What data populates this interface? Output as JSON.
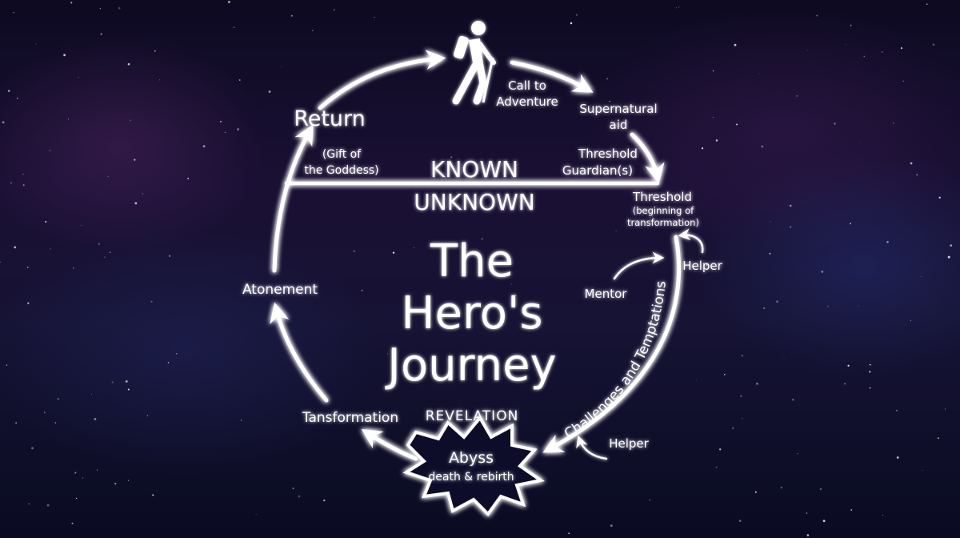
{
  "title": {
    "line1": "The",
    "line2": "Hero's",
    "line3": "Journey"
  },
  "boundary": {
    "known": "KNOWN",
    "unknown": "UNKNOWN"
  },
  "stages": {
    "call_to_adventure": [
      "Call to",
      "Adventure"
    ],
    "supernatural_aid": [
      "Supernatural",
      "aid"
    ],
    "threshold_guardians": [
      "Threshold",
      "Guardian(s)"
    ],
    "threshold": "Threshold",
    "threshold_note": [
      "(beginning of",
      "transformation)"
    ],
    "helper_top": "Helper",
    "mentor": "Mentor",
    "challenges": "Challenges and Temptations",
    "helper_bottom": "Helper",
    "revelation": "REVELATION",
    "abyss": "Abyss",
    "death_rebirth": "death & rebirth",
    "transformation": "Tansformation",
    "atonement": "Atonement",
    "return": "Return",
    "gift": [
      "(Gift of",
      "the Goddess)"
    ]
  },
  "icons": {
    "hiker": "hiker-icon"
  },
  "colors": {
    "line": "#ffffff",
    "glow": "#bcd2ff"
  }
}
